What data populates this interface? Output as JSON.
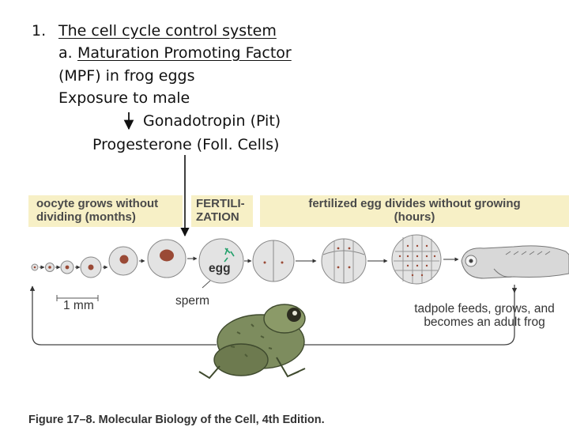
{
  "slide": {
    "item_number": "1.",
    "heading": "The cell cycle control system",
    "sub_a_prefix": "a.",
    "sub_a_title": "Maturation Promoting Factor",
    "sub_a_cont": "(MPF) in frog eggs",
    "exposure": "Exposure to male",
    "gonadotropin": "Gonadotropin (Pit)",
    "progesterone": "Progesterone (Foll. Cells)"
  },
  "figure": {
    "band_left": "oocyte grows without dividing (months)",
    "band_fert": "FERTILI- ZATION",
    "band_right": "fertilized egg divides without growing (hours)",
    "egg_label": "egg",
    "sperm_label": "sperm",
    "scale_label": "1 mm",
    "tadpole_label": "tadpole feeds, grows, and becomes an adult frog",
    "caption": "Figure 17–8. Molecular Biology of the Cell, 4th Edition."
  },
  "colors": {
    "band": "#f7f0c6",
    "cell": "#e3e3e3",
    "nucleus": "#9a4a36",
    "frog": "#6f7f55"
  }
}
